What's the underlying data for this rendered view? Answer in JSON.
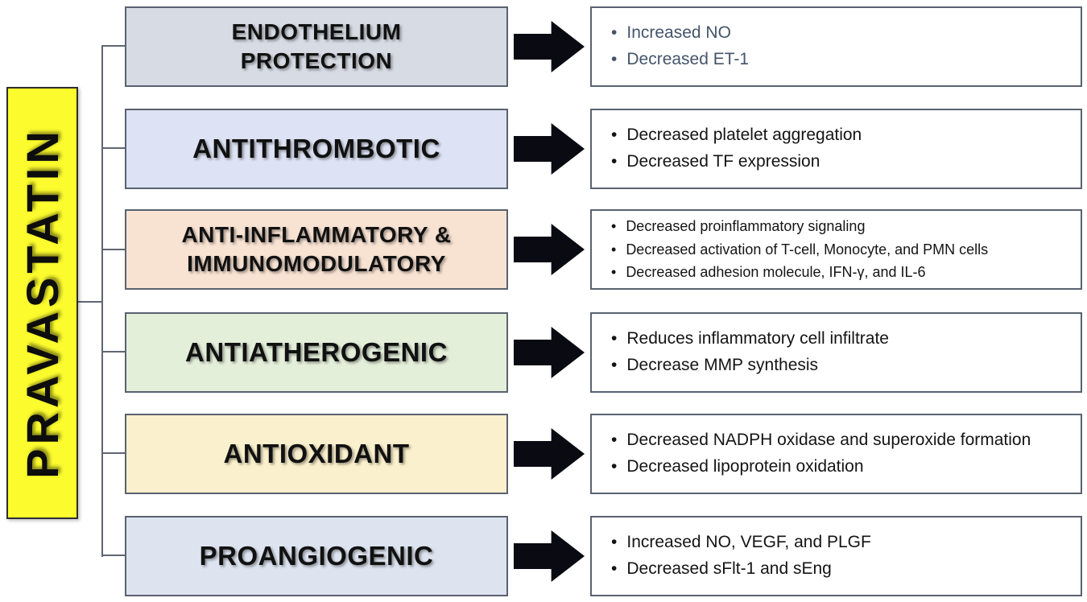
{
  "diagram": {
    "drug": {
      "name": "PRAVASTATIN",
      "fill": "#fbfb2d"
    },
    "connector_color": "#5f6673",
    "arrow_color": "#0a0a12",
    "rows": [
      {
        "label_lines": [
          "ENDOTHELIUM",
          "PROTECTION"
        ],
        "fill": "#d7dbe4",
        "text_color": "#44546a",
        "bullets": [
          "Increased NO",
          "Decreased ET-1"
        ]
      },
      {
        "label_lines": [
          "ANTITHROMBOTIC"
        ],
        "fill": "#dde2f4",
        "text_color": "#141414",
        "bullets": [
          "Decreased platelet aggregation",
          "Decreased TF expression"
        ]
      },
      {
        "label_lines": [
          "ANTI-INFLAMMATORY &",
          "IMMUNOMODULATORY"
        ],
        "fill": "#f8e2d2",
        "text_color": "#141414",
        "bullets": [
          "Decreased proinflammatory signaling",
          "Decreased activation of T-cell, Monocyte, and PMN cells",
          "Decreased adhesion molecule, IFN-γ, and IL-6"
        ]
      },
      {
        "label_lines": [
          "ANTIATHEROGENIC"
        ],
        "fill": "#e4efda",
        "text_color": "#141414",
        "bullets": [
          "Reduces inflammatory cell infiltrate",
          "Decrease MMP synthesis"
        ]
      },
      {
        "label_lines": [
          "ANTIOXIDANT"
        ],
        "fill": "#faf0cd",
        "text_color": "#141414",
        "bullets": [
          "Decreased NADPH oxidase and superoxide formation",
          "Decreased lipoprotein oxidation"
        ]
      },
      {
        "label_lines": [
          "PROANGIOGENIC"
        ],
        "fill": "#dde4f0",
        "text_color": "#141414",
        "bullets": [
          "Increased NO, VEGF, and PLGF",
          "Decreased sFlt-1 and sEng"
        ]
      }
    ]
  }
}
